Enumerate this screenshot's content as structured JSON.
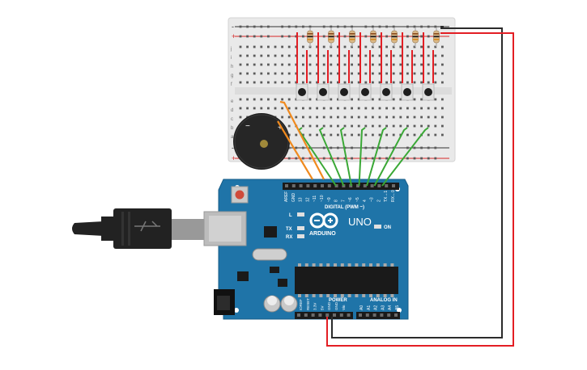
{
  "breadboard": {
    "rail_plus": "+",
    "rail_minus": "-",
    "row_letters_top": [
      "j",
      "i",
      "h",
      "g",
      "f"
    ],
    "row_letters_bottom": [
      "e",
      "d",
      "c",
      "b",
      "a"
    ],
    "column_count": 30,
    "resistor_count": 7,
    "button_count": 7
  },
  "buzzer": {
    "minus": "−",
    "plus": "+"
  },
  "arduino": {
    "brand": "ARDUINO",
    "model": "UNO",
    "digital_label": "DIGITAL (PWM ~)",
    "analog_label": "ANALOG IN",
    "power_label": "POWER",
    "on_label": "ON",
    "led_l": "L",
    "led_tx": "TX",
    "led_rx": "RX",
    "digital_pins": [
      "AREF",
      "GND",
      "13",
      "12",
      "~11",
      "~10",
      "~9",
      "8",
      "7",
      "~6",
      "~5",
      "4",
      "~3",
      "2",
      "TX→1",
      "RX←0"
    ],
    "power_pins": [
      "IOREF",
      "RESET",
      "3.3V",
      "5V",
      "GND",
      "GND",
      "Vin"
    ],
    "analog_pins": [
      "A0",
      "A1",
      "A2",
      "A3",
      "A4",
      "A5"
    ]
  },
  "colors": {
    "breadboard": "#e9e9e9",
    "red_wire": "#e31e24",
    "black_wire": "#2b2b2b",
    "green_wire": "#3aa836",
    "orange_wire": "#f08a1e",
    "arduino_board": "#1f74a8"
  }
}
